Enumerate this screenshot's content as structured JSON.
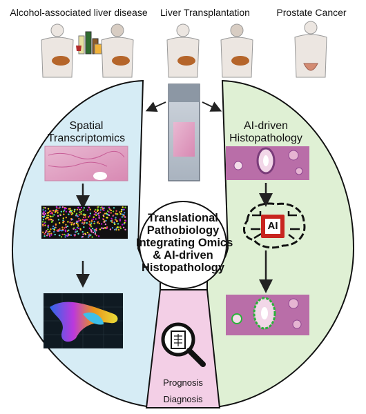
{
  "top_labels": {
    "alcohol": "Alcohol-associated liver disease",
    "transplant": "Liver Transplantation",
    "prostate": "Prostate Cancer"
  },
  "left_panel": {
    "title_line1": "Spatial",
    "title_line2": "Transcriptomics"
  },
  "right_panel": {
    "title_line1": "AI-driven",
    "title_line2": "Histopathology",
    "ai_chip_text": "AI"
  },
  "center": {
    "line1": "Translational",
    "line2": "Pathobiology",
    "line3": "Integrating Omics",
    "line4": "& AI-driven",
    "line5": "Histopathology"
  },
  "bottom": {
    "prognosis": "Prognosis",
    "diagnosis": "Diagnosis"
  },
  "colors": {
    "left_bg": "#d6ecf5",
    "right_bg": "#dff0d4",
    "bottom_bg": "#f3cfe6",
    "tissue_pink": "#e8a9c6",
    "liver": "#b5652a",
    "skin": "#ece6e1"
  }
}
